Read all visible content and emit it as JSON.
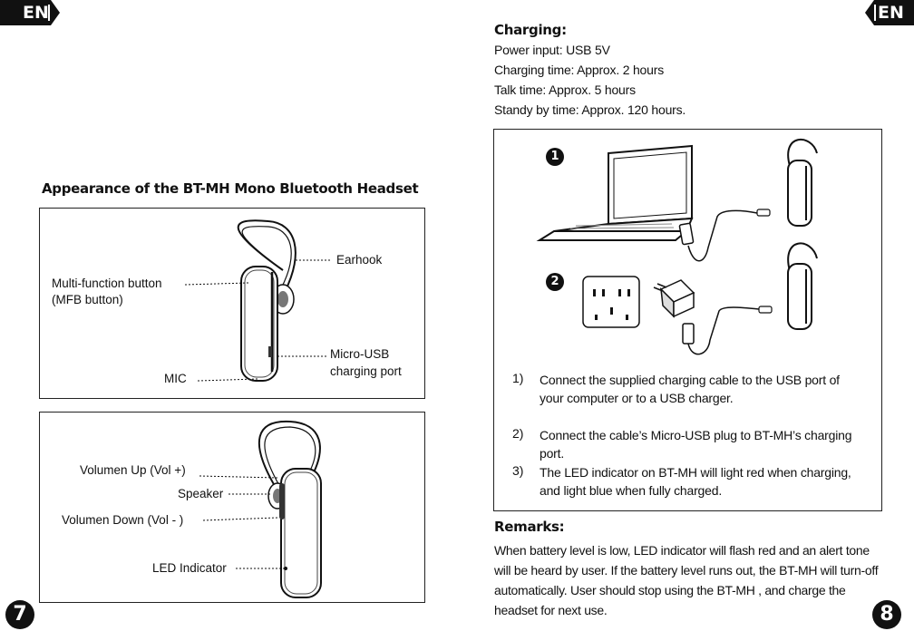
{
  "language_tab": "EN",
  "left_page": {
    "page_number": "7",
    "appearance_title": "Appearance of  the BT-MH Mono Bluetooth Headset",
    "figure1": {
      "earhook": "Earhook",
      "mfb_line1": "Multi-function button",
      "mfb_line2": "(MFB button)",
      "micro_usb_line1": "Micro-USB",
      "micro_usb_line2": "charging port",
      "mic": "MIC"
    },
    "figure2": {
      "vol_up": "Volumen Up (Vol +)",
      "speaker": "Speaker",
      "vol_down": "Volumen Down (Vol - )",
      "led": "LED Indicator"
    }
  },
  "right_page": {
    "page_number": "8",
    "charging_title": "Charging:",
    "specs": [
      "Power input:  USB 5V",
      "Charging time:  Approx. 2 hours",
      "Talk time:  Approx. 5 hours",
      "Standy by time:  Approx. 120 hours."
    ],
    "figure_markers": [
      "1",
      "2"
    ],
    "steps": [
      {
        "num": "1)",
        "text": "Connect the supplied charging cable to the USB port of your computer or to a USB charger."
      },
      {
        "num": "2)",
        "text": "Connect the cable’s Micro-USB plug to BT-MH’s charging port."
      },
      {
        "num": "3)",
        "text": "The  LED indicator on BT-MH will light red when charging, and light blue when fully charged."
      }
    ],
    "remarks_title": "Remarks:",
    "remarks_text": "When battery level is low, LED indicator will flash red and an alert tone will be heard by user.  If the battery level runs out, the BT-MH will turn-off automatically. User should stop using the BT-MH , and charge the headset for next use."
  }
}
